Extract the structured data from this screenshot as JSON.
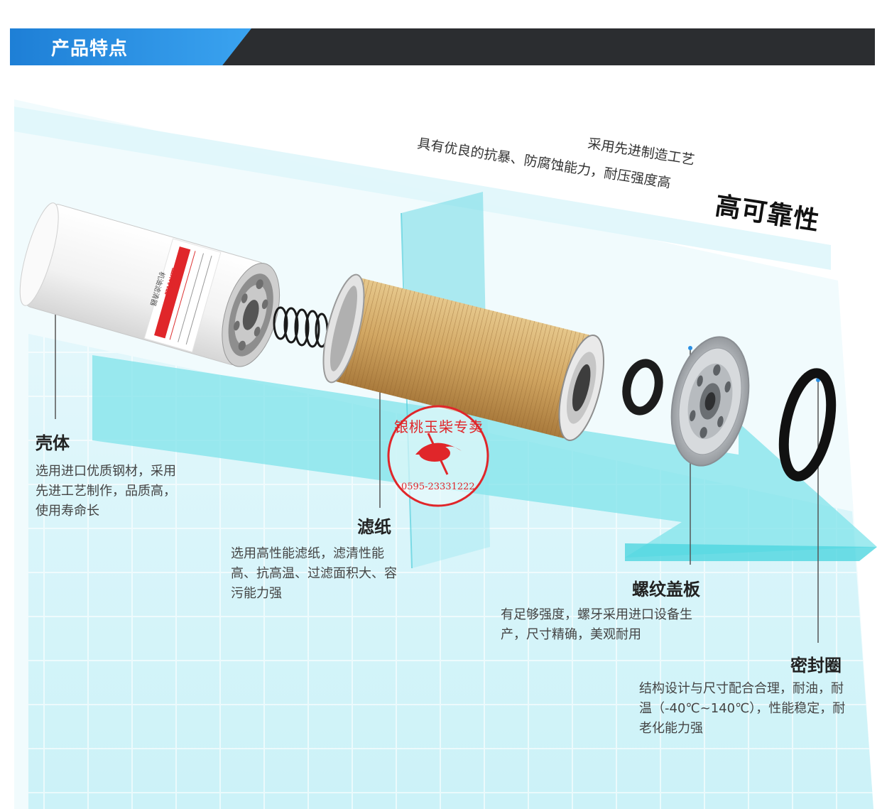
{
  "header": {
    "title": "产品特点"
  },
  "reliability": {
    "line1": "采用先进制造工艺",
    "line2": "具有优良的抗暴、防腐蚀能力，耐压强度高",
    "headline": "高可靠性"
  },
  "parts": [
    {
      "key": "shell",
      "title": "壳体",
      "desc": "选用进口优质钢材，采用先进工艺制作，品质高，使用寿命长"
    },
    {
      "key": "paper",
      "title": "滤纸",
      "desc": "选用高性能滤纸，滤清性能高、抗高温、过滤面积大、容污能力强"
    },
    {
      "key": "cover",
      "title": "螺纹盖板",
      "desc": "有足够强度，螺牙采用进口设备生产，尺寸精确，美观耐用"
    },
    {
      "key": "seal",
      "title": "密封圈",
      "desc": "结构设计与尺寸配合合理，耐油，耐温（-40℃~140℃），性能稳定，耐老化能力强"
    }
  ],
  "stamp": {
    "text": "银桃玉柴专卖",
    "phone": "0595-23331222"
  },
  "can_label": {
    "brand": "玉柴机器",
    "product": "机油滤清器"
  },
  "colors": {
    "accent": "#2a8fe3",
    "cyan": "#3fd3dd",
    "stamp": "#e0262a",
    "header_dark": "#2b2d30"
  }
}
